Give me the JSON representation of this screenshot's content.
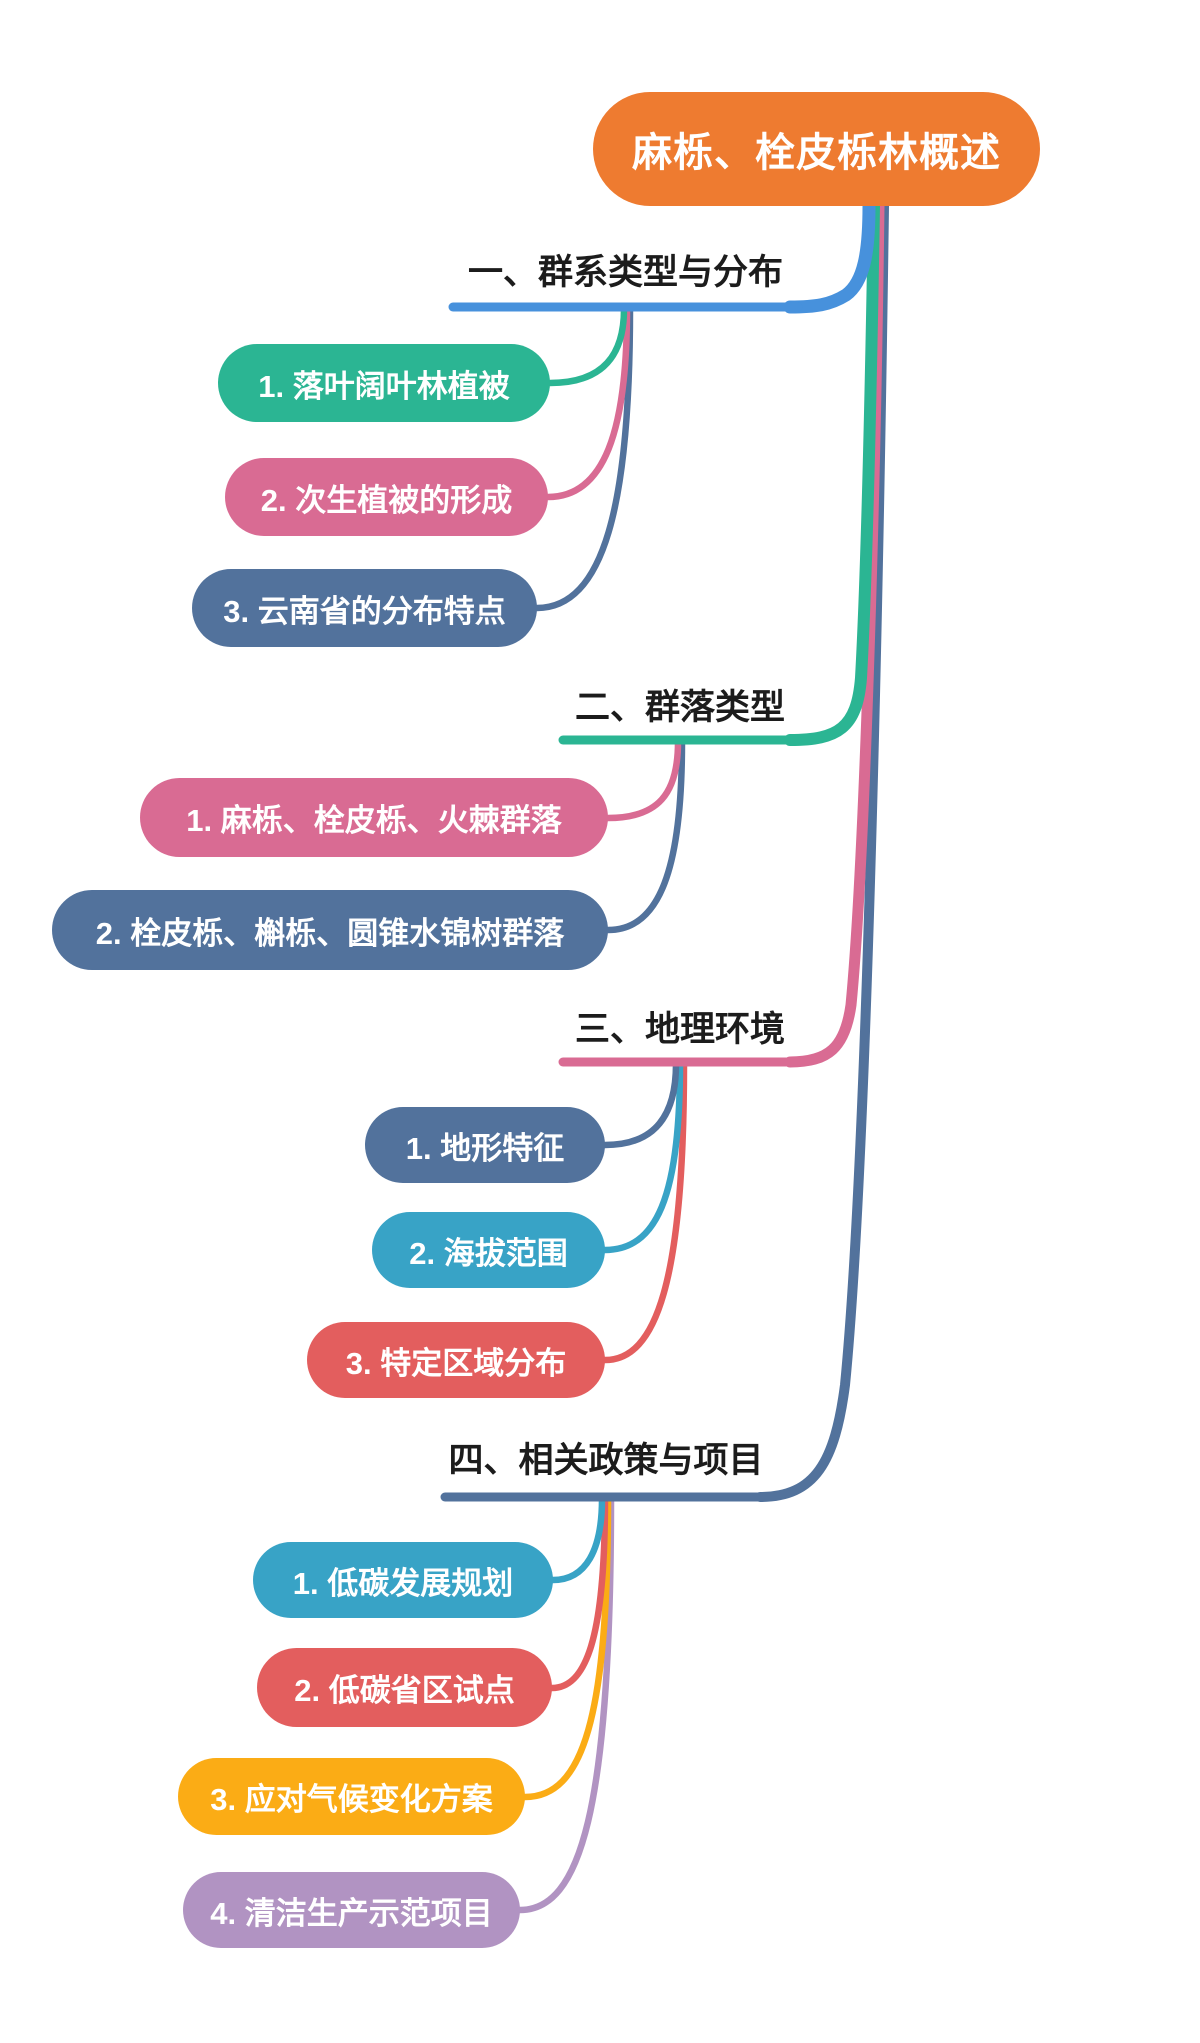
{
  "background": "#FFFFFF",
  "heading_text_color": "#1C1C1C",
  "node_text_color": "#FFFFFF",
  "root": {
    "label": "麻栎、栓皮栎林概述",
    "color": "#EE7B30"
  },
  "branches": [
    {
      "label": "一、群系类型与分布",
      "color": "#4791DC",
      "children": [
        {
          "label": "1. 落叶阔叶林植被",
          "color": "#2BB593"
        },
        {
          "label": "2. 次生植被的形成",
          "color": "#D96B93"
        },
        {
          "label": "3. 云南省的分布特点",
          "color": "#52729C"
        }
      ]
    },
    {
      "label": "二、群落类型",
      "color": "#2BB593",
      "children": [
        {
          "label": "1. 麻栎、栓皮栎、火棘群落",
          "color": "#D96B93"
        },
        {
          "label": "2. 栓皮栎、槲栎、圆锥水锦树群落",
          "color": "#52729C"
        }
      ]
    },
    {
      "label": "三、地理环境",
      "color": "#D96B93",
      "children": [
        {
          "label": "1. 地形特征",
          "color": "#52729C"
        },
        {
          "label": "2. 海拔范围",
          "color": "#38A3C6"
        },
        {
          "label": "3. 特定区域分布",
          "color": "#E35E5E"
        }
      ]
    },
    {
      "label": "四、相关政策与项目",
      "color": "#52729C",
      "children": [
        {
          "label": "1. 低碳发展规划",
          "color": "#38A3C6"
        },
        {
          "label": "2. 低碳省区试点",
          "color": "#E35E5E"
        },
        {
          "label": "3. 应对气候变化方案",
          "color": "#FBAC15"
        },
        {
          "label": "4. 清洁生产示范项目",
          "color": "#B193C2"
        }
      ]
    }
  ]
}
